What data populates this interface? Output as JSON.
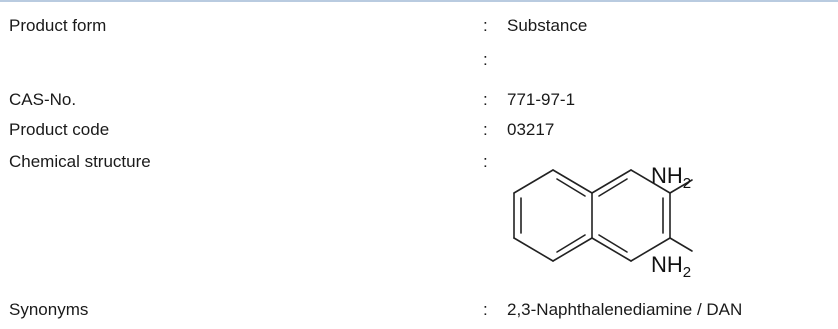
{
  "fields": [
    {
      "label": "Product form",
      "colon": ":",
      "value": "Substance"
    },
    {
      "label": "",
      "colon": ":",
      "value": ""
    },
    {
      "label": "CAS-No.",
      "colon": ":",
      "value": "771-97-1"
    },
    {
      "label": "Product code",
      "colon": ":",
      "value": "03217"
    },
    {
      "label": "Chemical structure",
      "colon": ":",
      "value": ""
    },
    {
      "label": "Synonyms",
      "colon": ":",
      "value": "2,3-Naphthalenediamine / DAN"
    }
  ],
  "structure": {
    "group_top": {
      "main": "NH",
      "sub": "2"
    },
    "group_bottom": {
      "main": "NH",
      "sub": "2"
    }
  },
  "colors": {
    "top_rule": "#b9cbe0",
    "text": "#1a1a1a"
  }
}
